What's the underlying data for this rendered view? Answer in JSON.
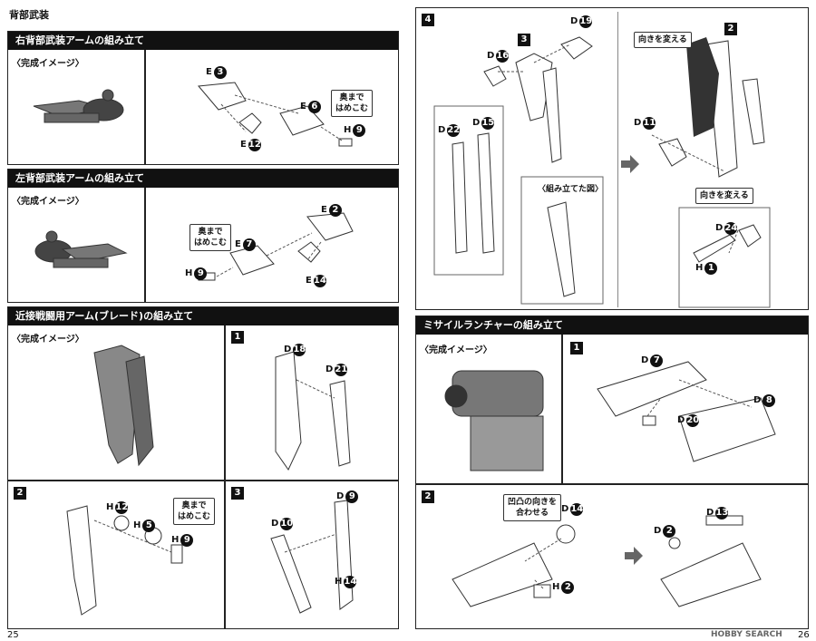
{
  "page_left": {
    "section_title": "背部武装",
    "page_number": "25",
    "right_arm": {
      "title": "右背部武装アームの組み立て",
      "image_label": "〈完成イメージ〉",
      "parts": [
        "E",
        "E",
        "E",
        "H"
      ],
      "part_nums": [
        "3",
        "12",
        "6",
        "9"
      ],
      "note": "奥まで\nはめこむ"
    },
    "left_arm": {
      "title": "左背部武装アームの組み立て",
      "image_label": "〈完成イメージ〉",
      "parts": [
        "E",
        "E",
        "E",
        "H"
      ],
      "part_nums": [
        "2",
        "14",
        "7",
        "9"
      ],
      "note": "奥まで\nはめこむ"
    },
    "blade_arm": {
      "title": "近接戦闘用アーム(ブレード)の組み立て",
      "image_label": "〈完成イメージ〉",
      "steps": [
        "1",
        "2",
        "3"
      ],
      "step1_parts": [
        [
          "D",
          "18"
        ],
        [
          "D",
          "21"
        ]
      ],
      "step2_parts": [
        [
          "H",
          "12"
        ],
        [
          "H",
          "5"
        ],
        [
          "H",
          "9"
        ]
      ],
      "step2_note": "奥まで\nはめこむ",
      "step3_parts": [
        [
          "D",
          "10"
        ],
        [
          "D",
          "9"
        ],
        [
          "H",
          "14"
        ]
      ]
    }
  },
  "page_right": {
    "page_number": "26",
    "step4": {
      "step": "4",
      "sub": [
        "3",
        "2"
      ],
      "parts": [
        [
          "D",
          "19"
        ],
        [
          "D",
          "16"
        ],
        [
          "D",
          "22"
        ],
        [
          "D",
          "15"
        ],
        [
          "D",
          "11"
        ],
        [
          "D",
          "24"
        ],
        [
          "H",
          "1"
        ]
      ],
      "assembled_label": "〈組み立てた図〉",
      "turn_label_1": "向きを変える",
      "turn_label_2": "向きを変える"
    },
    "missile": {
      "title": "ミサイルランチャーの組み立て",
      "image_label": "〈完成イメージ〉",
      "steps": [
        "1",
        "2"
      ],
      "step1_parts": [
        [
          "D",
          "7"
        ],
        [
          "D",
          "8"
        ],
        [
          "D",
          "20"
        ]
      ],
      "step2_parts": [
        [
          "D",
          "14"
        ],
        [
          "H",
          "2"
        ],
        [
          "D",
          "13"
        ],
        [
          "D",
          "2"
        ]
      ],
      "step2_note": "凹凸の向きを\n合わせる"
    },
    "watermark": "HOBBY SEARCH"
  }
}
